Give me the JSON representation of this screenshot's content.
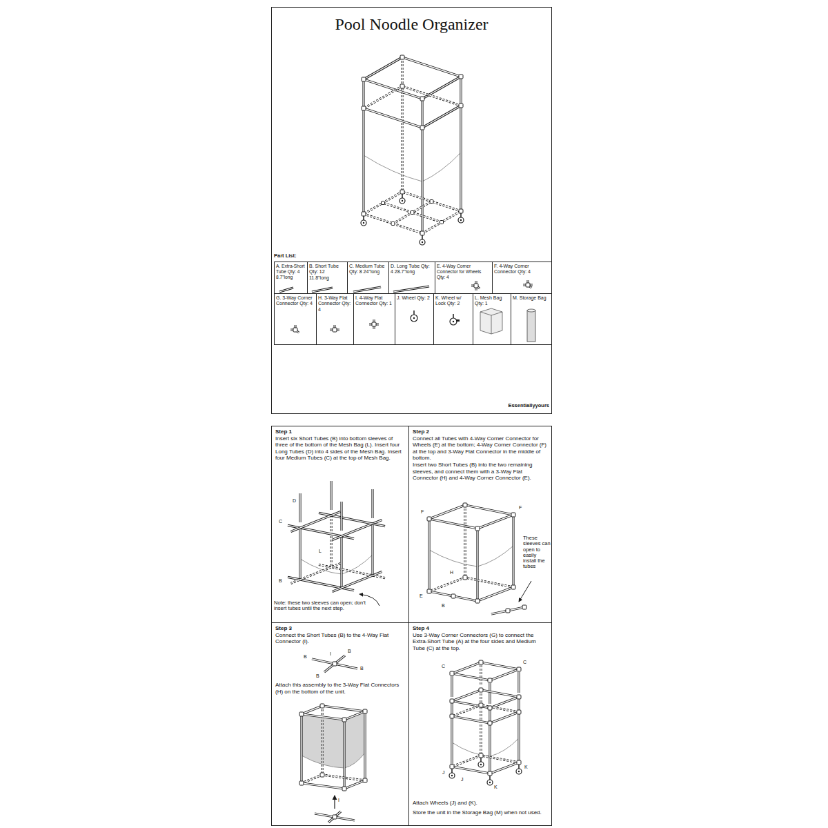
{
  "diagram": {
    "title": "Pool Noodle Organizer",
    "nodes": [
      {
        "text": [
          "Part List:"
        ]
      },
      {
        "text": [
          "A. Extra-Short Tube Qty: 4 8.7\"long"
        ],
        "in": 0
      },
      {
        "text": [
          "B. Short Tube Qty: 12 11.8\"long"
        ],
        "in": 0
      },
      {
        "text": [
          "C. Medium Tube Qty: 8 24\"long"
        ],
        "in": 0
      },
      {
        "text": [
          "D. Long Tube Qty: 4 28.7\"long"
        ],
        "in": 0
      },
      {
        "text": [
          "E. 4-Way Corner Connector for Wheels Qty: 4"
        ],
        "in": 0
      },
      {
        "text": [
          "F. 4-Way Corner Connector Qty: 4"
        ],
        "in": 0
      },
      {
        "text": [
          "G. 3-Way Corner Connector Qty: 4"
        ],
        "in": 0
      },
      {
        "text": [
          "H. 3-Way Flat Connector Qty: 4"
        ],
        "in": 0
      },
      {
        "text": [
          "I. 4-Way Flat Connector Qty: 1"
        ],
        "in": 0
      },
      {
        "text": [
          "J. Wheel Qty: 2"
        ],
        "in": 0
      },
      {
        "text": [
          "K. Wheel w/ Lock Qty: 2"
        ],
        "in": 0
      },
      {
        "text": [
          "L. Mesh Bag Qty: 1"
        ],
        "in": 0
      },
      {
        "text": [
          "M. Storage Bag"
        ],
        "in": 0
      },
      {
        "text": [
          "Step 1",
          "Insert six Short Tubes (B) into bottom sleeves of three of the bottom of the Mesh Bag (L). Insert four Long Tubes (D) into 4 sides of the Mesh Bag. Insert four Medium Tubes (C) at the top of Mesh Bag."
        ]
      },
      {
        "text": [
          "Step 2",
          "Connect all Tubes with 4-Way Corner Connector for Wheels (E) at the bottom; 4-Way Corner Connector (F) at the top and 3-Way Flat Connector in the middle of bottom.",
          "Insert two Short Tubes (B) into the two remaining sleeves, and connect them with a 3-Way Flat Connector (H) and 4-Way Corner Connector (E)."
        ]
      },
      {
        "text": [
          "Step 3",
          "Connect the Short Tubes (B) to the 4-Way Flat Connector (I).",
          "Attach this assembly to the 3-Way Flat Connectors (H) on the bottom of the unit."
        ]
      },
      {
        "text": [
          "Step 4",
          "Use 3-Way Corner Connectors (G) to connect the Extra-Short Tube (A) at the four sides and Medium Tube (C) at the top.",
          "Attach Wheels (J) and (K).",
          "Store the unit in the Storage Bag (M) when not used."
        ]
      }
    ],
    "labels": [
      "Essentiallyyours",
      "D",
      "C",
      "L",
      "B",
      "Note: these two sleeves can open; don't insert tubes until the next step.",
      "F",
      "F",
      "H",
      "E",
      "B",
      "These sleeves can open to easily install the tubes",
      "B",
      "B",
      "B",
      "B",
      "I",
      "I",
      "C",
      "C",
      "J",
      "J",
      "K",
      "K"
    ]
  }
}
